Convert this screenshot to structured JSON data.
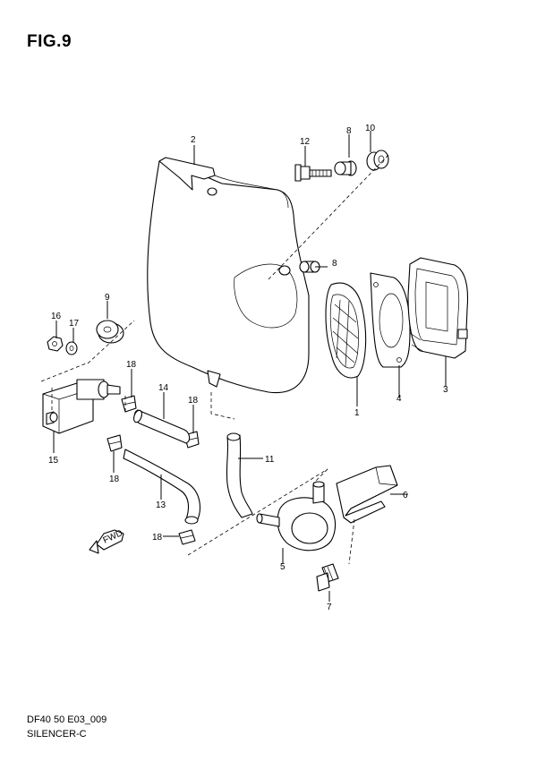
{
  "figure": {
    "title": "FIG.9"
  },
  "footer": {
    "code": "DF40 50 E03_009",
    "name": "SILENCER-C"
  },
  "fwd_label": "FWD",
  "callouts": {
    "n1": "1",
    "n2": "2",
    "n3": "3",
    "n4": "4",
    "n5": "5",
    "n6": "6",
    "n7": "7",
    "n8a": "8",
    "n8b": "8",
    "n9": "9",
    "n10": "10",
    "n11": "11",
    "n12": "12",
    "n13": "13",
    "n14": "14",
    "n15": "15",
    "n16": "16",
    "n17": "17",
    "n18a": "18",
    "n18b": "18",
    "n18c": "18",
    "n18d": "18"
  }
}
